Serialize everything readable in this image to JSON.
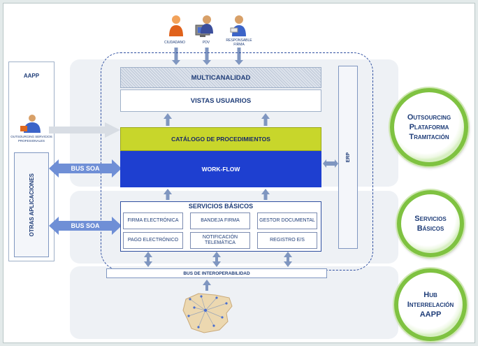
{
  "actors": {
    "ciudadano": "CIUDADANO",
    "pdv": "PDV",
    "responsable_firma": "RESPONSABLE FIRMA"
  },
  "aapp_box": {
    "title": "AAPP",
    "user_label": "OUTSOURCING SERVICIOS PROFESIONALES"
  },
  "otras_aplicaciones": "OTRAS APLICACIONES",
  "layers": {
    "multicanalidad": "MULTICANALIDAD",
    "vistas_usuarios": "VISTAS USUARIOS",
    "catalogo": "CATÁLOGO DE PROCEDIMIENTOS",
    "workflow": "WORK-FLOW",
    "erp": "ERP"
  },
  "servicios": {
    "title": "SERVICIOS BÁSICOS",
    "firma": "FIRMA ELECTRÓNICA",
    "bandeja": "BANDEJA FIRMA",
    "gestor": "GESTOR DOCUMENTAL",
    "pago": "PAGO ELECTRÓNICO",
    "notificacion": "NOTIFICACIÓN TELEMÁTICA",
    "registro": "REGISTRO E/S"
  },
  "bus_soa_1": "BUS SOA",
  "bus_soa_2": "BUS SOA",
  "bus_interop": "BUS DE INTEROPERABILIDAD",
  "circles": {
    "outsourcing": [
      "Outsourcing",
      "Plataforma",
      "Tramitación"
    ],
    "servicios": [
      "Servicios",
      "Básicos"
    ],
    "hub": [
      "Hub",
      "Interrelación",
      "AAPP"
    ]
  },
  "colors": {
    "catalogo_bg": "#c8d62b",
    "workflow_bg": "#1e3fd0",
    "circle_ring": "#7fc241",
    "text_blue": "#1f3d78"
  }
}
